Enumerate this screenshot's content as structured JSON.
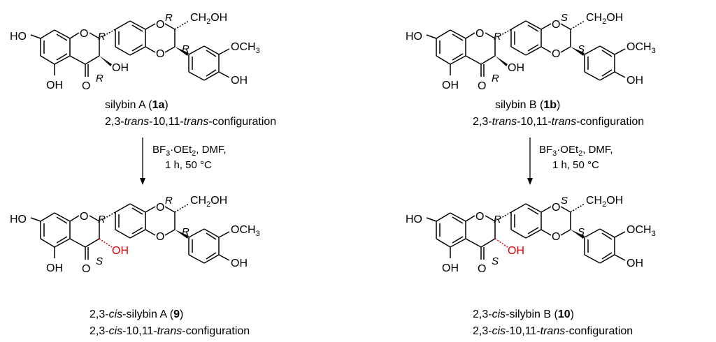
{
  "compounds": [
    {
      "id": "1a",
      "name_prefix": "silybin A (",
      "name_num": "1a",
      "name_suffix": ")",
      "cis_prefix": "",
      "cis_word": "",
      "config_a": "2,3-",
      "config_a_ital": "trans",
      "config_b": "-10,11-",
      "config_b_ital": "trans",
      "config_c": "-configuration",
      "stereo": {
        "c2": "R",
        "c3": "R",
        "c10": "R",
        "c11": "R"
      },
      "oh3": "OH",
      "c3_red": false
    },
    {
      "id": "1b",
      "name_prefix": "silybin B (",
      "name_num": "1b",
      "name_suffix": ")",
      "cis_prefix": "",
      "cis_word": "",
      "config_a": "2,3-",
      "config_a_ital": "trans",
      "config_b": "-10,11-",
      "config_b_ital": "trans",
      "config_c": "-configuration",
      "stereo": {
        "c2": "R",
        "c3": "R",
        "c10": "S",
        "c11": "S"
      },
      "oh3": "OH",
      "c3_red": false
    },
    {
      "id": "9",
      "name_prefix": "-silybin A (",
      "name_num": "9",
      "name_suffix": ")",
      "cis_prefix": "2,3-",
      "cis_word": "cis",
      "config_a": "2,3-",
      "config_a_ital": "cis",
      "config_b": "-10,11-",
      "config_b_ital": "trans",
      "config_c": "-configuration",
      "stereo": {
        "c2": "R",
        "c3": "S",
        "c10": "R",
        "c11": "R"
      },
      "oh3": "OH",
      "c3_red": true
    },
    {
      "id": "10",
      "name_prefix": "-silybin B (",
      "name_num": "10",
      "name_suffix": ")",
      "cis_prefix": "2,3-",
      "cis_word": "cis",
      "config_a": "2,3-",
      "config_a_ital": "cis",
      "config_b": "-10,11-",
      "config_b_ital": "trans",
      "config_c": "-configuration",
      "stereo": {
        "c2": "R",
        "c3": "S",
        "c10": "S",
        "c11": "S"
      },
      "oh3": "OH",
      "c3_red": true
    }
  ],
  "labels": {
    "ho": "HO",
    "oh": "OH",
    "o": "O",
    "ch2oh": "CH",
    "ch2oh_sub": "2",
    "ch2oh_tail": "OH",
    "och3": "OCH",
    "och3_sub": "3"
  },
  "conditions": {
    "line1_a": "BF",
    "line1_sub": "3",
    "line1_b": "·OEt",
    "line1_sub2": "2",
    "line1_c": ", DMF,",
    "line2": "1 h, 50 °C"
  }
}
